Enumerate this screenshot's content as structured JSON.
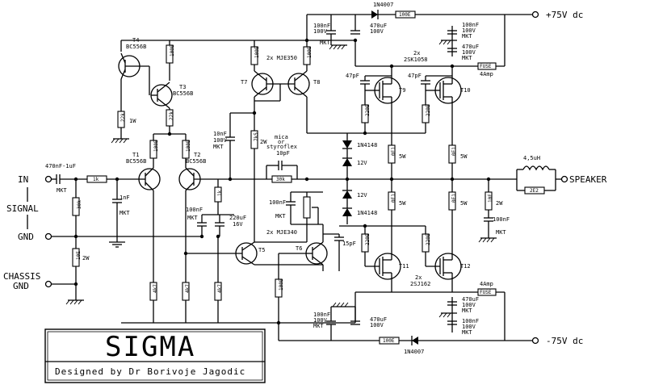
{
  "supply": {
    "positive": "+75V dc",
    "negative": "-75V dc"
  },
  "io": {
    "in": "IN",
    "signal": "SIGNAL",
    "gnd": "GND",
    "chassis": "CHASSIS",
    "chassis_gnd": "GND",
    "speaker": "SPEAKER"
  },
  "title_block": {
    "title": "SIGMA",
    "credit": "Designed by Dr Borivoje Jagodic"
  },
  "transistors": {
    "T1": "T1",
    "T1_type": "BC556B",
    "T2": "T2",
    "T2_type": "BC556B",
    "T3": "T3",
    "T3_type": "BC556B",
    "T4": "T4",
    "T4_type": "BC556B",
    "T5": "T5",
    "T6": "T6",
    "T56_type": "2x MJE340",
    "T7": "T7",
    "T8": "T8",
    "T78_type": "2x MJE350",
    "T9": "T9",
    "T10": "T10",
    "T910_type_count": "2x",
    "T910_type": "2SK1058",
    "T11": "T11",
    "T12": "T12",
    "T1112_type_count": "2x",
    "T1112_type": "2SJ162"
  },
  "resistors": {
    "r_100e_t4": "100E",
    "r_22k_t4": "22k",
    "r_22k_t3": "22k",
    "r_100e_t1": "100E",
    "r_100e_t2": "100E",
    "r_100e_t7": "100E",
    "r_100e_t8": "100E",
    "r_7k5": "7k5",
    "r_7k5_power": "2W",
    "r_30k_fb": "30k",
    "r_1k_in": "1k",
    "r_30k_in": "30k",
    "r_1k_t2": "1k",
    "r_10e_chassis": "10E",
    "r_10e_chassis_power": "2W",
    "r_4k7_a": "4k7",
    "r_4k7_b": "4k7",
    "r_4k7_c": "4k7",
    "r_100e_t56": "100E",
    "r_220e_a": "220E",
    "r_220e_b": "220E",
    "r_220e_c": "220E",
    "r_220e_d": "220E",
    "r_0e1_a": "0E1",
    "r_0e1_b": "0E1",
    "r_0e1_c": "0E1",
    "r_0e1_d": "0E1",
    "r_5w": "5W",
    "r_2e2": "2E2",
    "r_100e_pos": "100E",
    "r_100e_neg": "100E",
    "r_10e_zobel": "10E",
    "r_10e_zobel_power": "2W",
    "r_1w": "1W"
  },
  "capacitors": {
    "c_in": "470nF-1uF",
    "c_in_type": "MKT",
    "c_1nf": "1nF",
    "c_1nf_type": "MKT",
    "c_100nf_mkt": "100nF",
    "c_100nf_mkt_type": "MKT",
    "c_220uf": "220uF",
    "c_220uf_v": "16V",
    "c_10nf": "10nF",
    "c_10nf_v": "100V",
    "c_10nf_type": "MKT",
    "c_10pf_note_1": "mica",
    "c_10pf_note_2": "or",
    "c_10pf_note_3": "styroflex",
    "c_10pf": "10pF",
    "c_100nf_vbe": "100nF",
    "c_100nf_vbe_type": "MKT",
    "c_15pf": "15pF",
    "c_47pf_a": "47pF",
    "c_47pf_b": "47pF",
    "c_100nf_pos": "100nF",
    "c_100nf_pos_v": "100V",
    "c_100nf_pos_type": "MKT",
    "c_470uf_pos": "470uF",
    "c_470uf_pos_v": "100V",
    "c_100nf_rail_pos": "100nF",
    "c_100nf_rail_pos_v": "100V",
    "c_100nf_rail_pos_type": "MKT",
    "c_470uf_rail_pos": "470uF",
    "c_470uf_rail_pos_v": "100V",
    "c_470uf_rail_pos_type": "MKT",
    "c_100nf_zobel": "100nF",
    "c_100nf_zobel_type": "MKT",
    "c_100nf_neg": "100nF",
    "c_100nf_neg_v": "100V",
    "c_100nf_neg_type": "MKT",
    "c_470uf_neg": "470uF",
    "c_470uf_neg_v": "100V",
    "c_470uf_rail_neg": "470uF",
    "c_470uf_rail_neg_v": "100V",
    "c_470uf_rail_neg_type": "MKT",
    "c_100nf_rail_neg": "100nF",
    "c_100nf_rail_neg_v": "100V",
    "c_100nf_rail_neg_type": "MKT"
  },
  "diodes": {
    "d_1n4007_pos": "1N4007",
    "d_1n4007_neg": "1N4007",
    "d_1n4148_a": "1N4148",
    "d_1n4148_b": "1N4148",
    "z_12v_a": "12V",
    "z_12v_b": "12V"
  },
  "misc": {
    "fuse": "FUSE",
    "fuse_rating": "4Amp",
    "fuse_neg": "FUSE",
    "fuse_neg_rating": "4Amp",
    "inductor": "4,5uH"
  }
}
